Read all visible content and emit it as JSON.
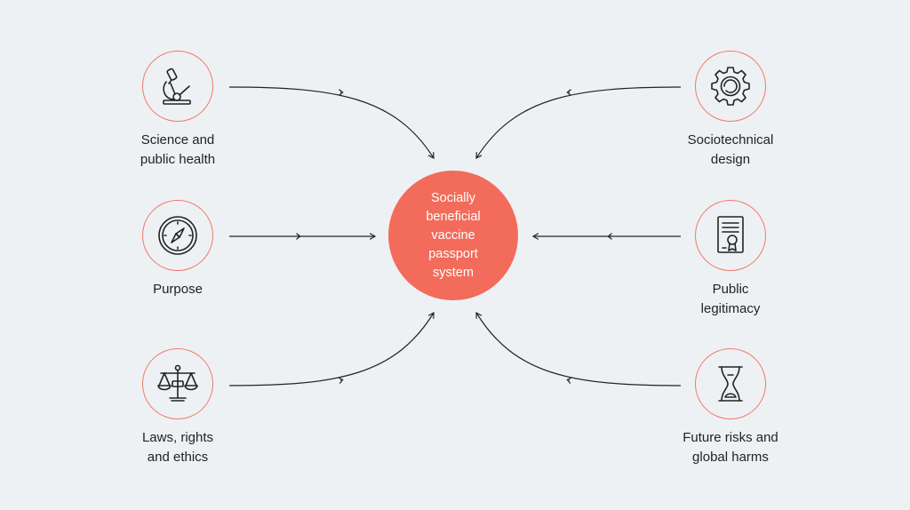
{
  "center": {
    "lines": [
      "Socially",
      "beneficial",
      "vaccine",
      "passport",
      "system"
    ],
    "color": "#f26b5b"
  },
  "accent": "#f2786a",
  "nodes": [
    {
      "id": "science",
      "icon": "microscope-icon",
      "lines": [
        "Science and",
        "public health"
      ]
    },
    {
      "id": "purpose",
      "icon": "compass-icon",
      "lines": [
        "Purpose"
      ]
    },
    {
      "id": "laws",
      "icon": "scales-icon",
      "lines": [
        "Laws, rights",
        "and ethics"
      ]
    },
    {
      "id": "sociotechnical",
      "icon": "gear-icon",
      "lines": [
        "Sociotechnical",
        "design"
      ]
    },
    {
      "id": "legitimacy",
      "icon": "certificate-icon",
      "lines": [
        "Public",
        "legitimacy"
      ]
    },
    {
      "id": "risks",
      "icon": "hourglass-icon",
      "lines": [
        "Future risks and",
        "global harms"
      ]
    }
  ]
}
